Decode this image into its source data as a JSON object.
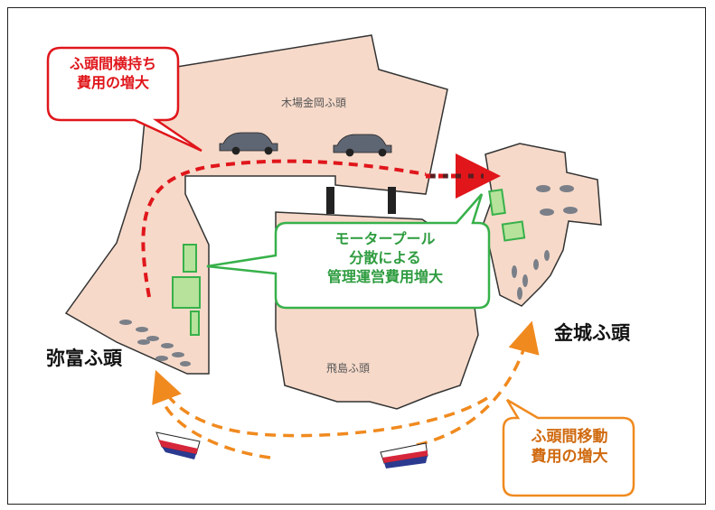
{
  "piers": {
    "kinjo": "金城ふ頭",
    "yatomi": "弥富ふ頭",
    "kiba": "木場金岡ふ頭",
    "tobishima": "飛島ふ頭"
  },
  "callouts": {
    "red": {
      "line1": "ふ頭間横持ち",
      "line2": "費用の増大"
    },
    "green": {
      "line1": "モータープール",
      "line2": "分散による",
      "line3": "管理運営費用増大"
    },
    "orange": {
      "line1": "ふ頭間移動",
      "line2": "費用の増大"
    }
  },
  "colors": {
    "land": "#f6d9c9",
    "outline": "#333333",
    "red": "#e0161b",
    "green": "#37b14a",
    "green_fill": "#b6e29b",
    "orange": "#f08a1f"
  }
}
